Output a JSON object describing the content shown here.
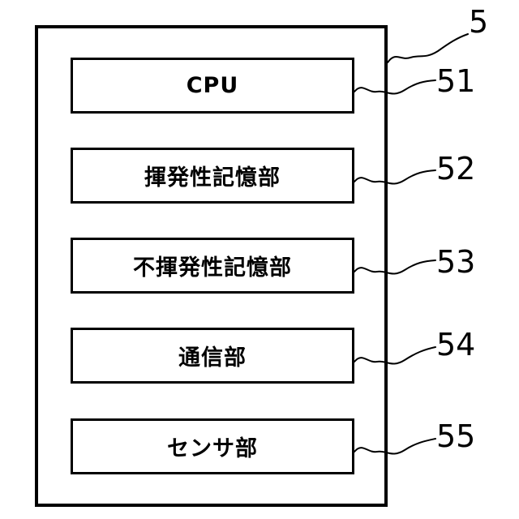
{
  "figure": {
    "type": "block-diagram",
    "device": {
      "ref": "5",
      "description": "outer device enclosure"
    },
    "blocks": [
      {
        "id": "cpu",
        "label": "CPU",
        "ref": "51"
      },
      {
        "id": "volatile-memory",
        "label": "揮発性記憶部",
        "ref": "52"
      },
      {
        "id": "nonvolatile-memory",
        "label": "不揮発性記憶部",
        "ref": "53"
      },
      {
        "id": "communication-unit",
        "label": "通信部",
        "ref": "54"
      },
      {
        "id": "sensor-unit",
        "label": "センサ部",
        "ref": "55"
      }
    ],
    "colors": {
      "line": "#000000",
      "background": "#ffffff"
    }
  }
}
